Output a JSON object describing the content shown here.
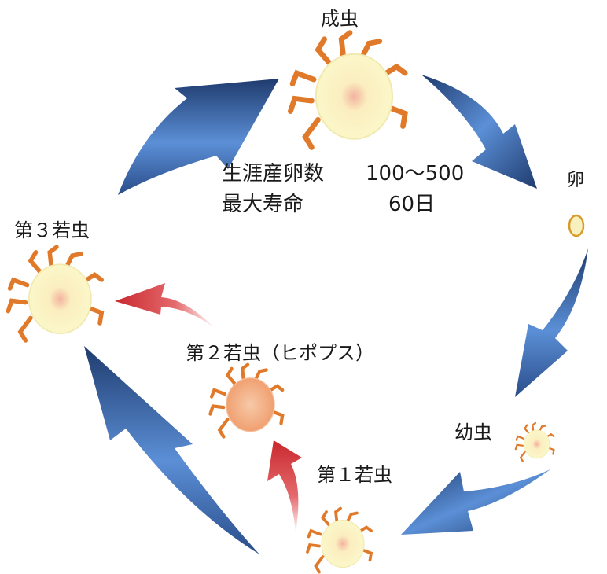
{
  "stages": {
    "adult": "成虫",
    "egg": "卵",
    "larva": "幼虫",
    "nymph1": "第１若虫",
    "nymph2": "第２若虫（ヒポプス）",
    "nymph3": "第３若虫"
  },
  "stats": {
    "eggs_label": "生涯産卵数",
    "eggs_value": "100〜500",
    "lifespan_label": "最大寿命",
    "lifespan_value": "60日"
  },
  "colors": {
    "cycle_arrow_dark": "#1f3b6e",
    "cycle_arrow_light": "#5b8fd6",
    "hypopus_arrow_dark": "#c9282d",
    "hypopus_arrow_light": "#ffffff",
    "mite_body": "#fbf7c9",
    "mite_legs": "#e07a2a",
    "hypopus_body": "#f2a77a",
    "egg_fill": "#f7f1c0",
    "egg_stroke": "#d89b2a"
  },
  "icons": {
    "mite": "mite-icon",
    "egg": "egg-icon"
  }
}
